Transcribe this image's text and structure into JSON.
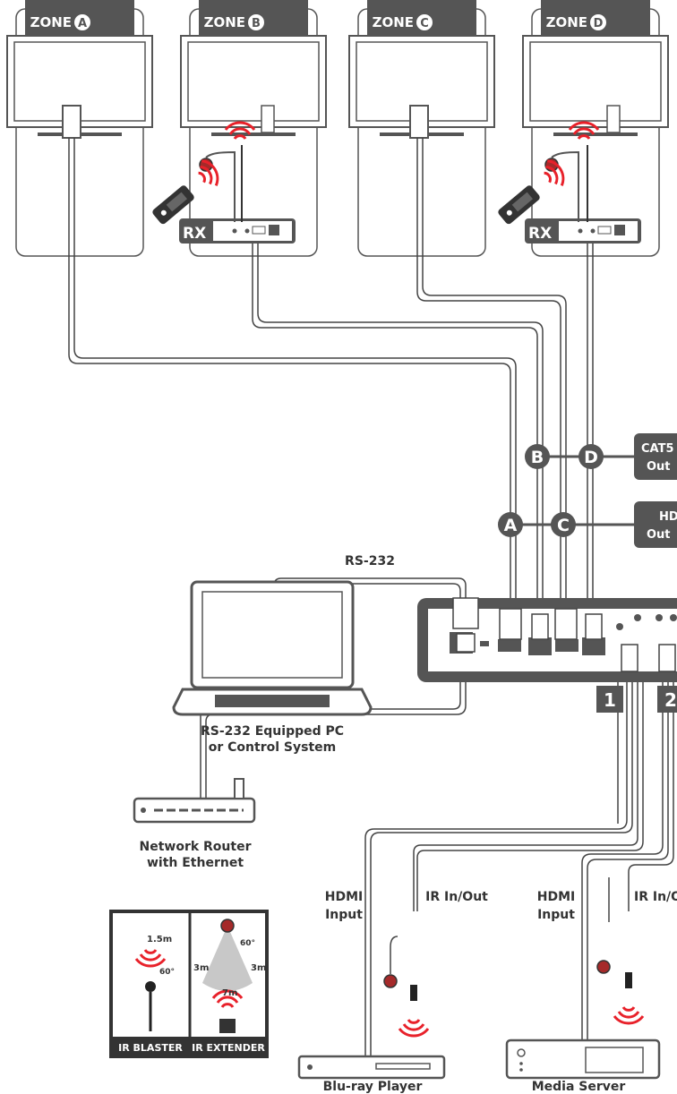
{
  "zones": [
    {
      "name": "ZONE",
      "letter": "A"
    },
    {
      "name": "ZONE",
      "letter": "B"
    },
    {
      "name": "ZONE",
      "letter": "C"
    },
    {
      "name": "ZONE",
      "letter": "D"
    }
  ],
  "receiver_label": "RX",
  "link_markers": {
    "b": "B",
    "d": "D",
    "a": "A",
    "c": "C"
  },
  "output_labels": {
    "cat5_line1": "CAT5",
    "cat5_line2": "Out",
    "hdmi_line1": "HD",
    "hdmi_line2": "Out"
  },
  "rs232_label": "RS-232",
  "pc_label": {
    "line1": "RS-232 Equipped PC",
    "line2": "or Control System"
  },
  "router_label": {
    "line1": "Network Router",
    "line2": "with Ethernet"
  },
  "input_numbers": [
    "1",
    "2"
  ],
  "source_labels": {
    "hdmi_input_1_line1": "HDMI",
    "hdmi_input_1_line2": "Input",
    "ir_inout_1": "IR In/Out",
    "hdmi_input_2_line1": "HDMI",
    "hdmi_input_2_line2": "Input",
    "ir_inout_2": "IR In/O"
  },
  "devices": {
    "bluray": "Blu-ray Player",
    "media_server": "Media Server"
  },
  "ir_legend": {
    "blaster_title": "IR BLASTER",
    "extender_title": "IR EXTENDER",
    "blaster_range": "1.5m",
    "blaster_angle": "60°",
    "extender_angle": "60°",
    "extender_left": "3m",
    "extender_right": "3m",
    "extender_distance": "7m"
  },
  "colors": {
    "dark": "#555555",
    "ir_red": "#e8212a",
    "line": "#444444"
  }
}
